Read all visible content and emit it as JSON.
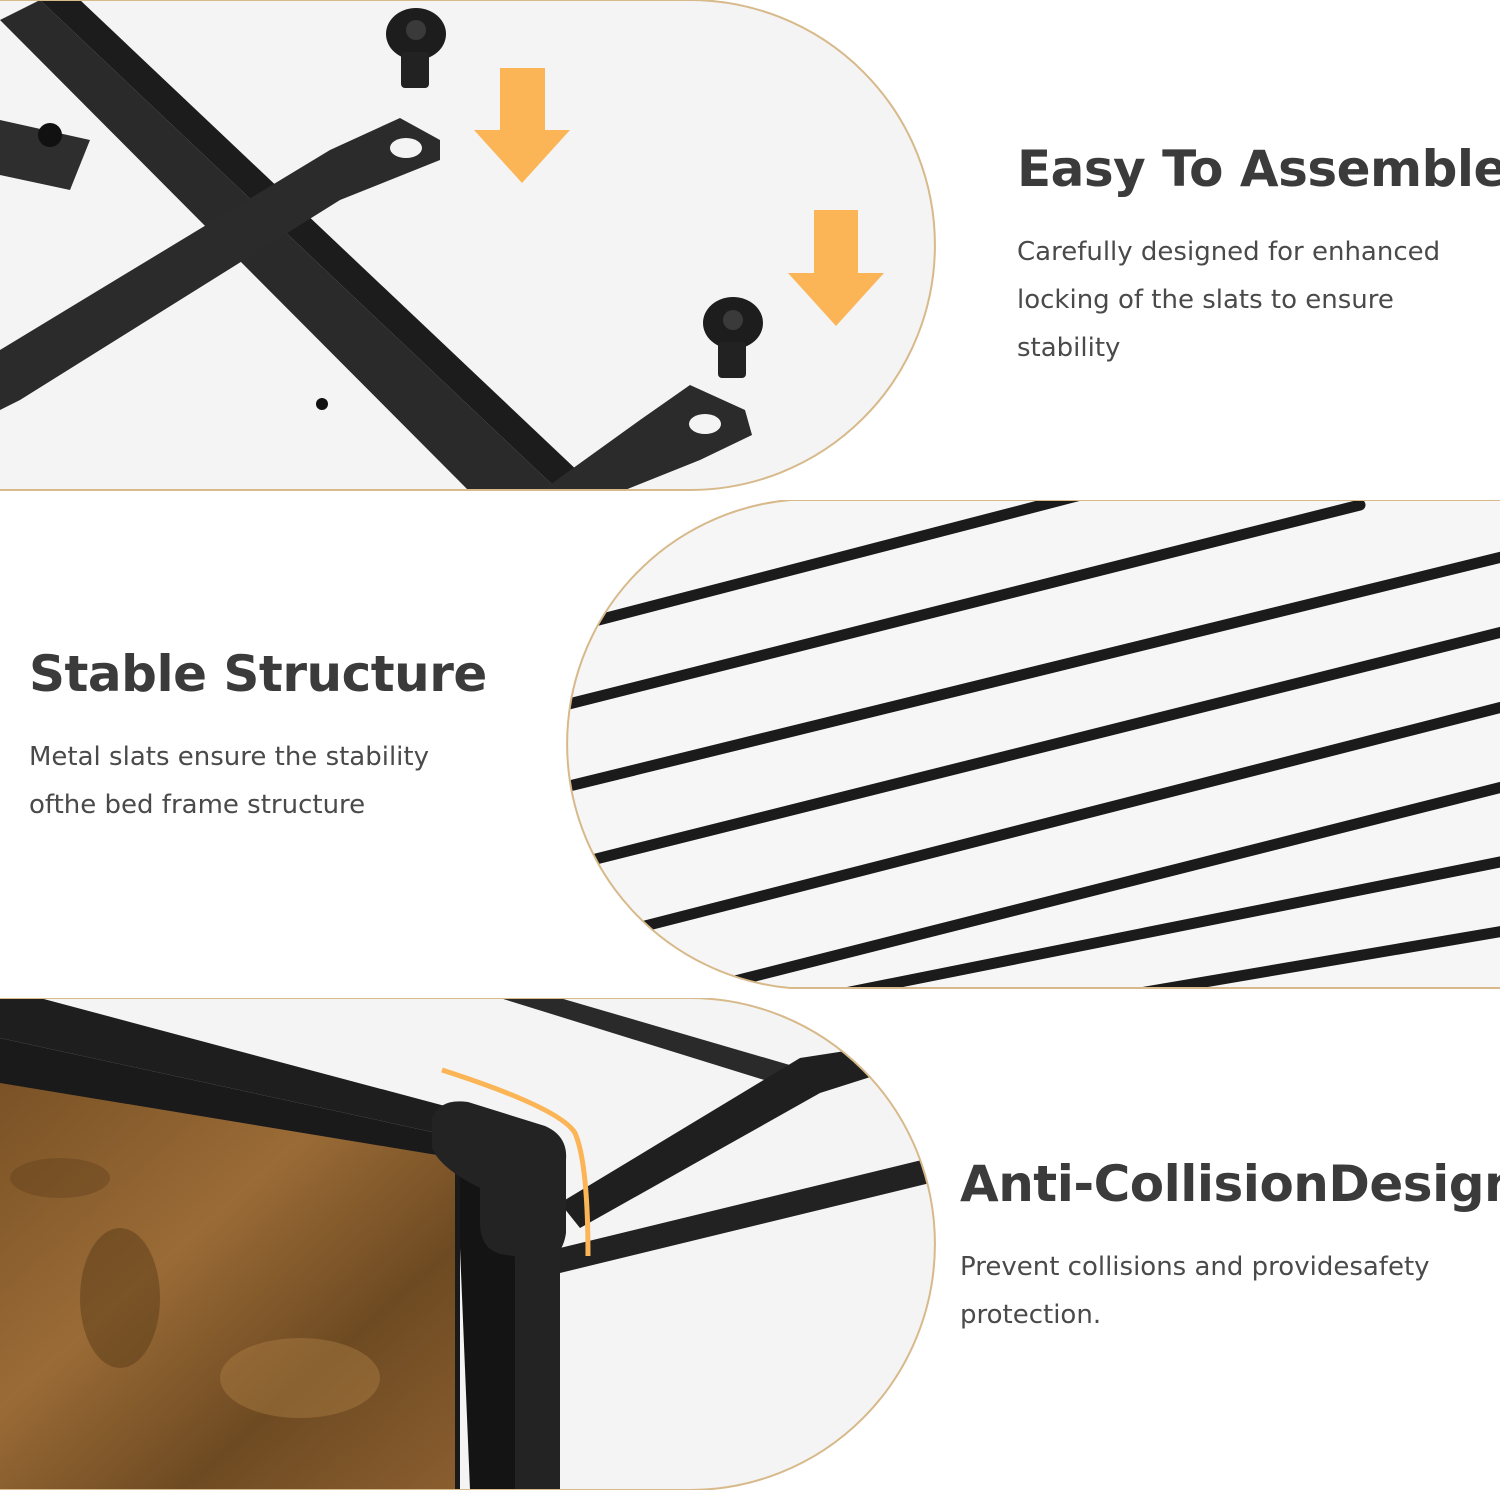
{
  "colors": {
    "accent_orange": "#fbb556",
    "frame_outline": "#d7b98a",
    "metal_black": "#1f1f1f",
    "wood_brown": "#8a5e2f",
    "heading_gray": "#3b3b3b"
  },
  "sections": [
    {
      "heading": "Easy To Assemble",
      "lines": [
        "Carefully designed for enhanced",
        "locking of the slats to ensure",
        "stability"
      ],
      "icons": [
        "screw-icon",
        "arrow-down-icon"
      ]
    },
    {
      "heading": "Stable Structure",
      "lines": [
        "Metal slats ensure the stability",
        "ofthe bed frame structure"
      ]
    },
    {
      "heading": "Anti-CollisionDesign",
      "lines": [
        "Prevent collisions and providesafety",
        "protection."
      ],
      "icons": [
        "corner-guard-icon"
      ]
    }
  ]
}
